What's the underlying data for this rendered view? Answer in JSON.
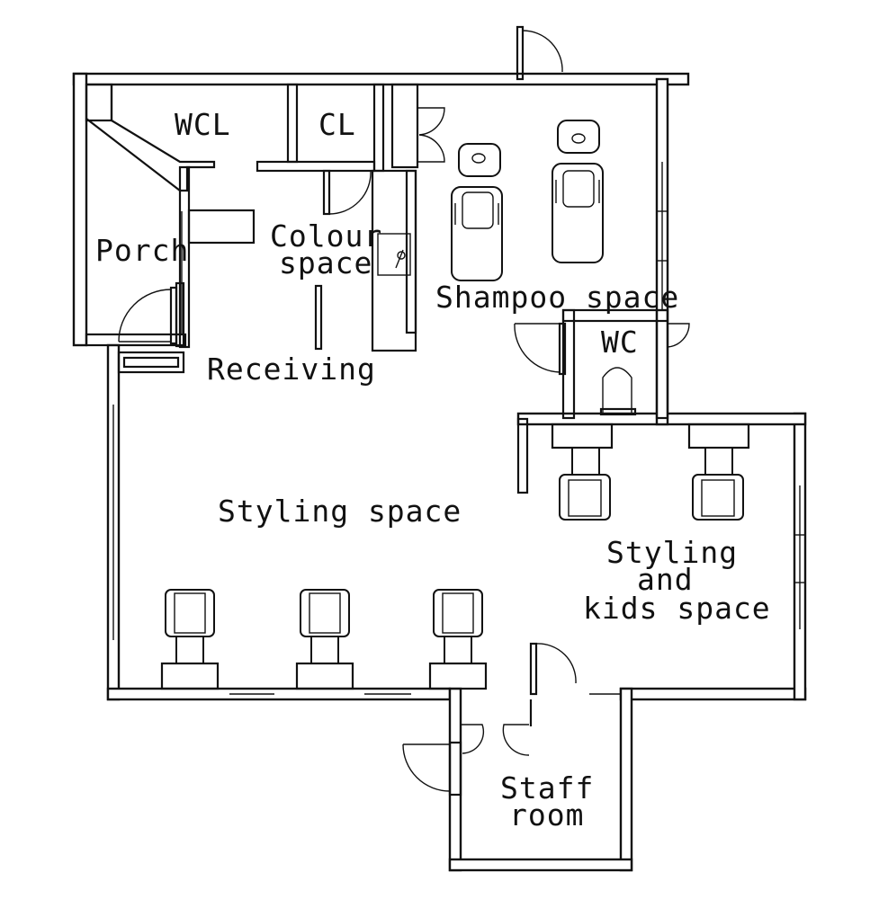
{
  "rooms": {
    "wcl": "WCL",
    "cl": "CL",
    "porch": "Porch",
    "colour_line1": "Colour",
    "colour_line2": "space",
    "receiving": "Receiving",
    "shampoo": "Shampoo space",
    "wc": "WC",
    "styling": "Styling space",
    "kids_line1": "Styling",
    "kids_line2": "and",
    "kids_line3": "kids space",
    "staff_line1": "Staff",
    "staff_line2": "room"
  },
  "colors": {
    "line": "#111111",
    "background": "#ffffff"
  }
}
